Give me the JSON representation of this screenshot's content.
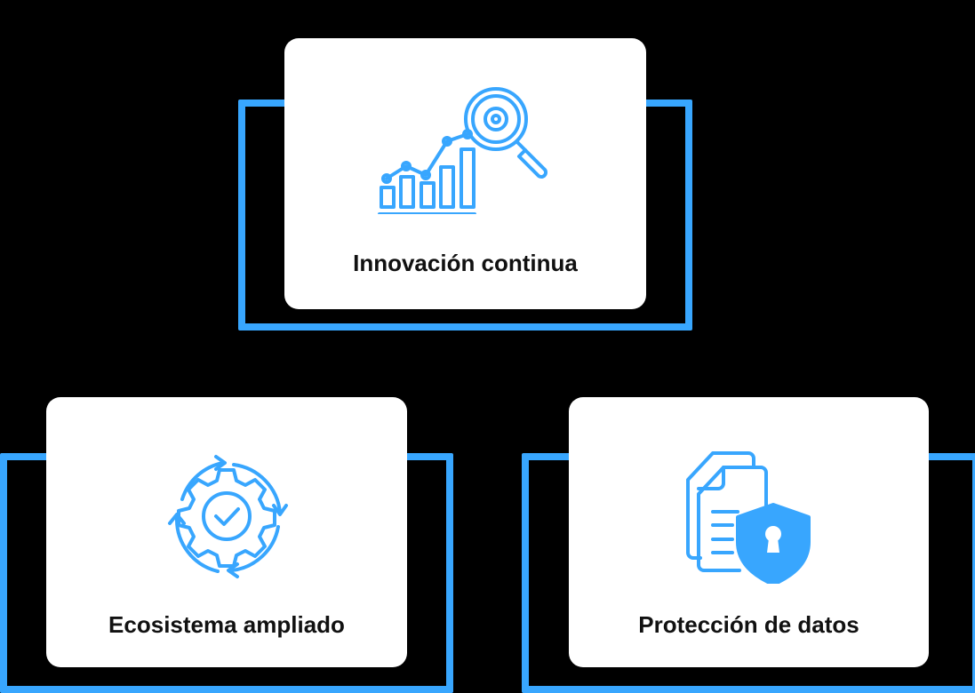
{
  "accent_color": "#38a6fe",
  "cards": [
    {
      "id": "innovacion",
      "label": "Innovación continua",
      "icon": "chart-magnifier-gear-icon"
    },
    {
      "id": "ecosistema",
      "label": "Ecosistema ampliado",
      "icon": "gear-cycle-check-icon"
    },
    {
      "id": "proteccion",
      "label": "Protección de datos",
      "icon": "documents-shield-lock-icon"
    }
  ]
}
